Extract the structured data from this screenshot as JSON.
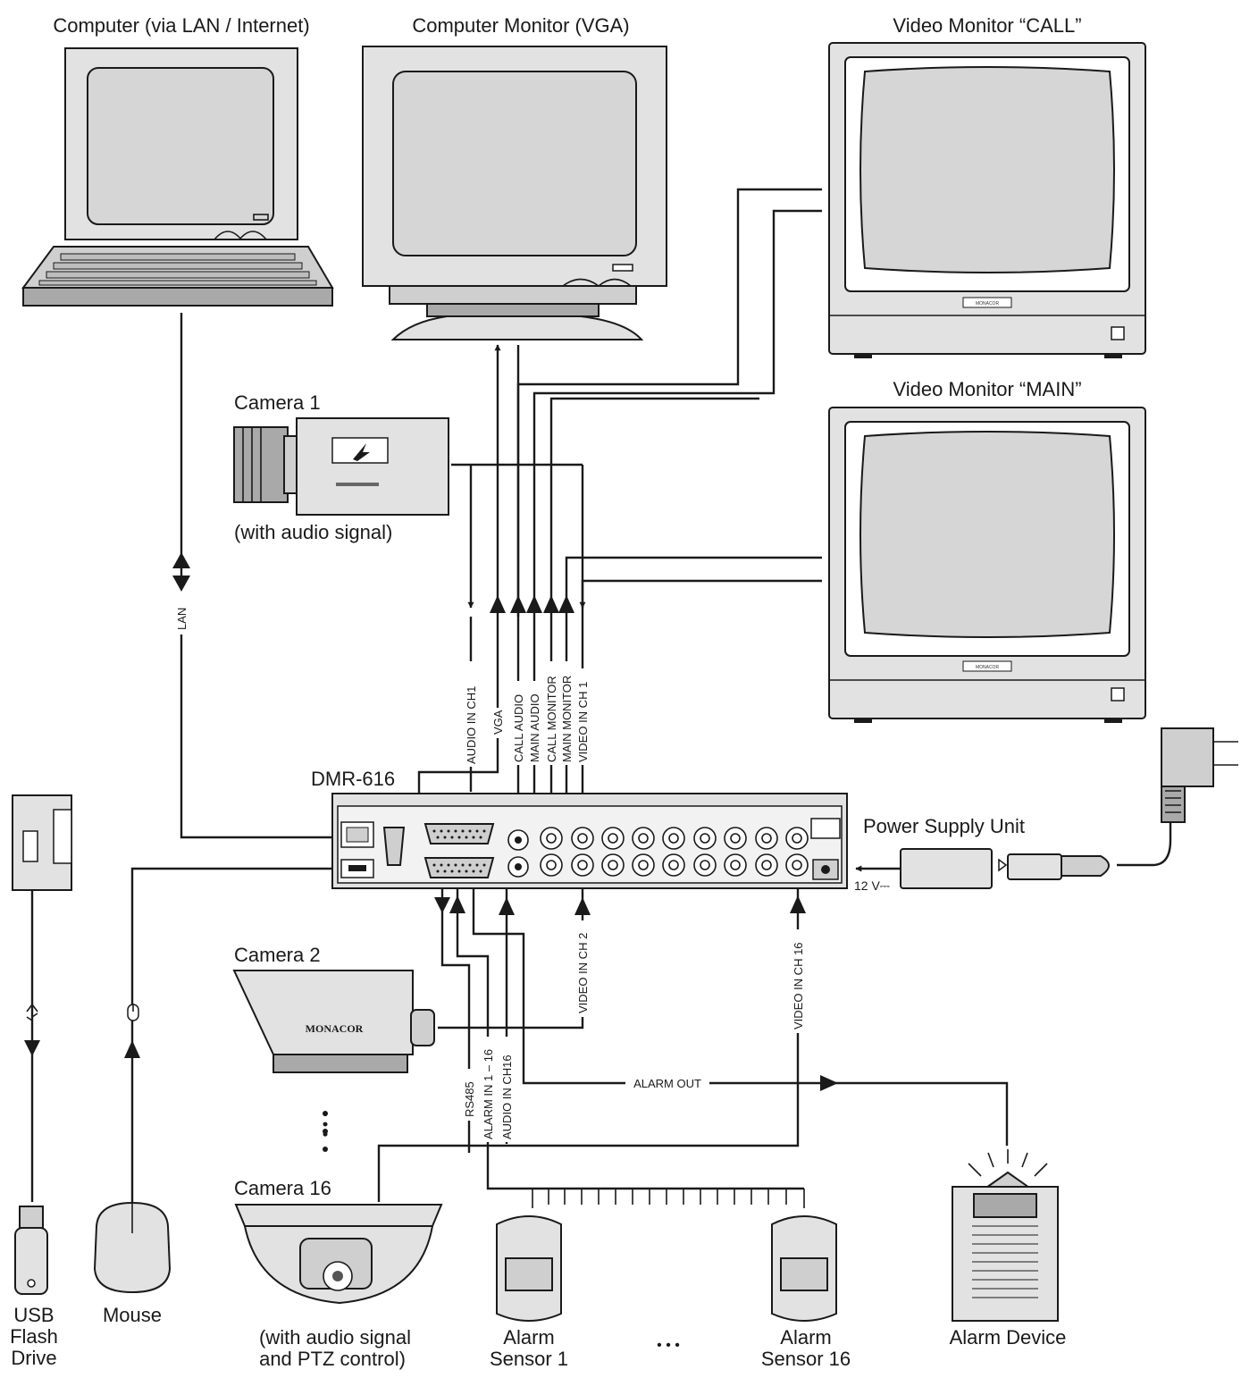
{
  "devices": {
    "computer": "Computer (via LAN / Internet)",
    "vga_monitor": "Computer Monitor (VGA)",
    "video_monitor_call": "Video Monitor “CALL”",
    "video_monitor_main": "Video Monitor “MAIN”",
    "camera1": "Camera 1",
    "camera1_note": "(with audio signal)",
    "recorder": "DMR-616",
    "power_supply": "Power Supply Unit",
    "voltage": "12 V⎓",
    "camera2": "Camera 2",
    "camera16": "Camera 16",
    "camera16_note_line1": "(with audio signal",
    "camera16_note_line2": "and PTZ control)",
    "usb_line1": "USB",
    "usb_line2": "Flash",
    "usb_line3": "Drive",
    "mouse": "Mouse",
    "alarm_sensor1_line1": "Alarm",
    "alarm_sensor1_line2": "Sensor 1",
    "ellipsis": "• • •",
    "alarm_sensor16_line1": "Alarm",
    "alarm_sensor16_line2": "Sensor 16",
    "alarm_device": "Alarm Device",
    "brand": "MONACOR"
  },
  "connections": {
    "lan": "LAN",
    "audio_in_ch1": "AUDIO IN CH1",
    "vga": "VGA",
    "call_audio": "CALL AUDIO",
    "main_audio": "MAIN AUDIO",
    "call_monitor": "CALL MONITOR",
    "main_monitor": "MAIN MONITOR",
    "video_in_ch1": "VIDEO IN CH 1",
    "video_in_ch2": "VIDEO IN CH 2",
    "video_in_ch16": "VIDEO IN CH 16",
    "rs485": "RS485",
    "alarm_in": "ALARM IN 1 – 16",
    "audio_in_ch16": "AUDIO IN CH16",
    "alarm_out": "ALARM OUT"
  },
  "icons": {
    "usb": "usb-icon",
    "mouse": "mouse-icon"
  }
}
